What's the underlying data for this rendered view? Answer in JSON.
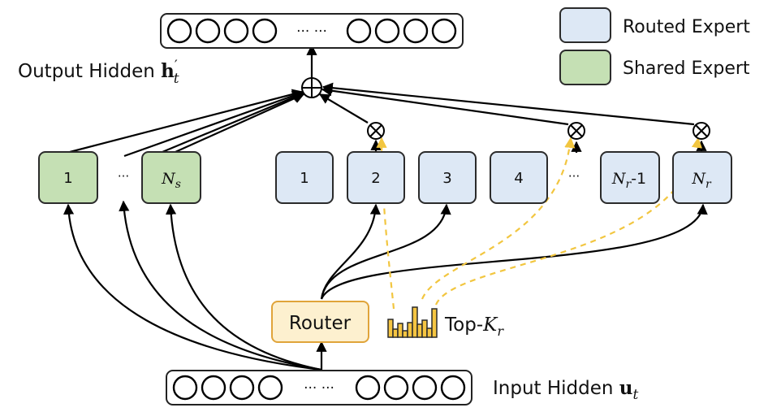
{
  "legend": {
    "routed_label": "Routed Expert",
    "shared_label": "Shared Expert",
    "routed_color": "#dde8f5",
    "shared_color": "#c5e0b4"
  },
  "output": {
    "label_prefix": "Output Hidden ",
    "symbol_base": "h",
    "symbol_sup": "′",
    "symbol_sub": "t"
  },
  "input": {
    "label_prefix": "Input Hidden ",
    "symbol_base": "u",
    "symbol_sub": "t"
  },
  "vector_ellipsis": "··· ···",
  "shared_experts": [
    {
      "label": "1"
    },
    {
      "label": "···"
    },
    {
      "label_base": "N",
      "label_sub": "s"
    }
  ],
  "routed_experts": [
    {
      "label": "1"
    },
    {
      "label": "2"
    },
    {
      "label": "3"
    },
    {
      "label": "4"
    },
    {
      "label": "···"
    },
    {
      "label_base": "N",
      "label_sub": "r",
      "label_suffix": "-1"
    },
    {
      "label_base": "N",
      "label_sub": "r"
    }
  ],
  "router": {
    "label": "Router",
    "color": "#fdf0cf",
    "border": "#e0a43a"
  },
  "topk": {
    "prefix": "Top-",
    "base": "K",
    "sub": "r",
    "bar_color": "#f5c542"
  },
  "sum_symbol": "⊕",
  "mult_symbol": "⊗",
  "edge_color": "#000000",
  "gate_color": "#f2c640"
}
